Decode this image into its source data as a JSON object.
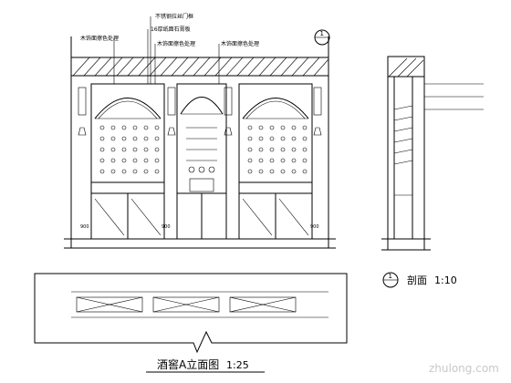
{
  "titles": {
    "elevation": "酒窖A立面图",
    "elevation_scale": "1:25",
    "section": "剖面",
    "section_scale": "1:10",
    "section_marker": "1"
  },
  "annotations": {
    "top": [
      "不锈钢拉丝门框",
      "16厚纸面石膏板",
      "木饰面擦色处理",
      "木饰面擦色处理",
      "木饰面擦色处理"
    ]
  },
  "dimensions": {
    "left": "900",
    "mid": "900",
    "right": "900"
  },
  "watermark": "zhulong.com"
}
